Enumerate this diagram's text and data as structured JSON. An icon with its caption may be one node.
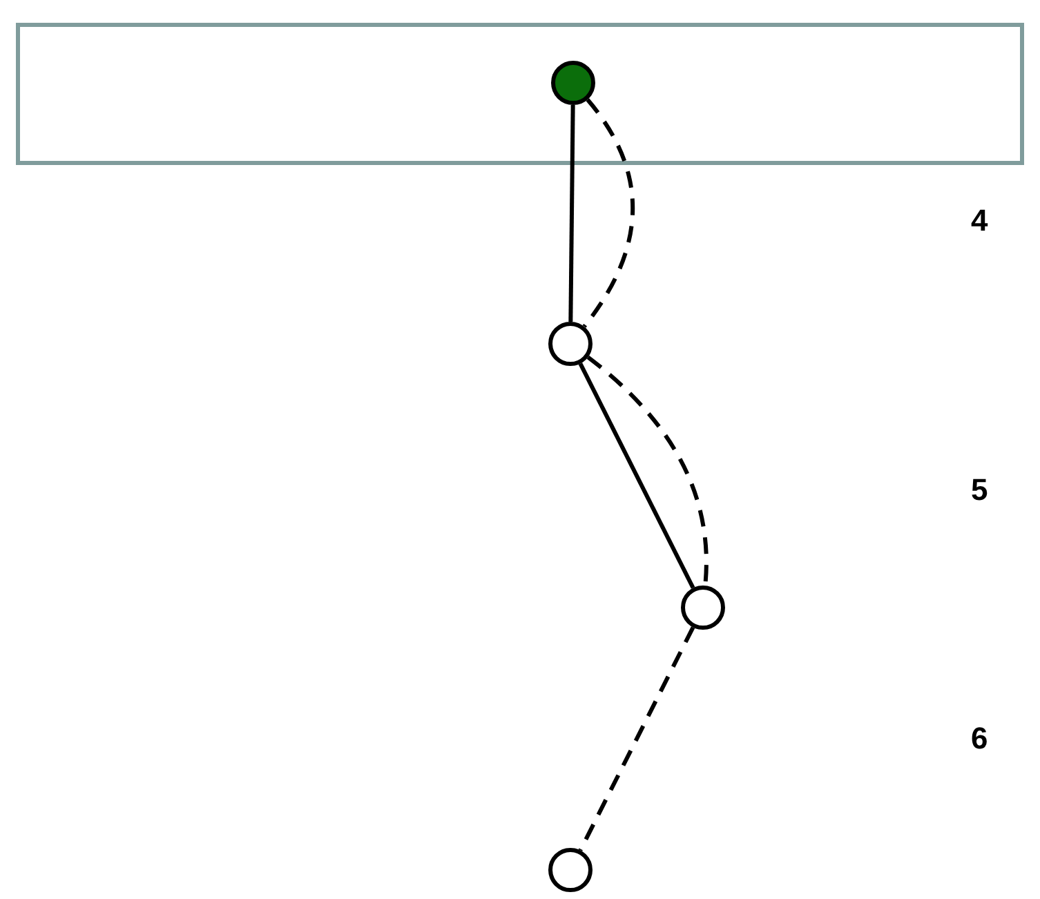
{
  "diagram": {
    "nodes": [
      {
        "text": [],
        "shape": "circle"
      },
      {
        "text": [],
        "shape": "circle"
      },
      {
        "text": [],
        "shape": "circle"
      },
      {
        "text": [],
        "shape": "circle"
      }
    ],
    "edges": [
      {
        "from": 0,
        "to": 1,
        "arrow": "none"
      },
      {
        "from": 0,
        "to": 1,
        "arrow": "none",
        "style": "dashed"
      },
      {
        "from": 1,
        "to": 2,
        "arrow": "none"
      },
      {
        "from": 1,
        "to": 2,
        "arrow": "none",
        "style": "dashed"
      },
      {
        "from": 2,
        "to": 3,
        "arrow": "none",
        "style": "dashed"
      }
    ],
    "labels": [
      "4",
      "5",
      "6"
    ]
  }
}
